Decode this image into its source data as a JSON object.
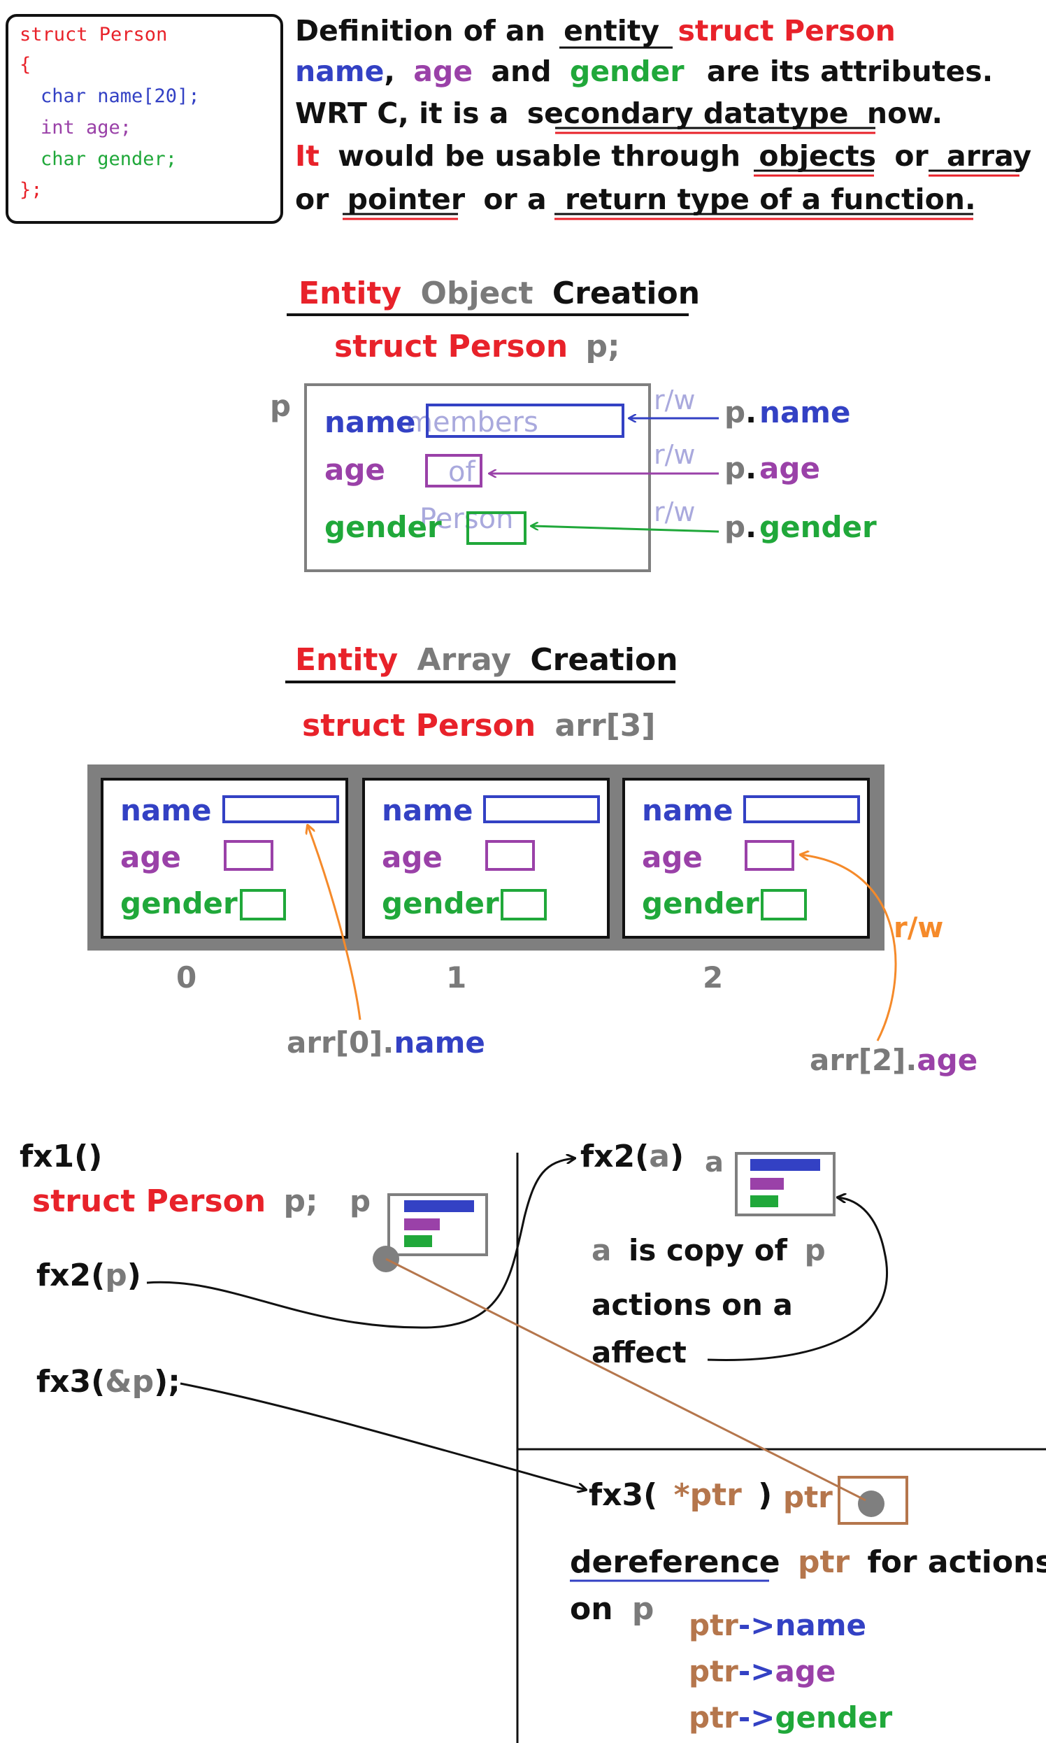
{
  "colors": {
    "red": "#e8222a",
    "blue": "#3341c4",
    "purple": "#9a41a8",
    "green": "#20a83a",
    "grey": "#7a7a7a",
    "black": "#111111",
    "orange": "#f58a2a",
    "brown": "#b5764c",
    "faded": "#a9a9dd",
    "boxgrey": "#7f7f7f"
  },
  "code_box": {
    "lines": [
      "struct Person",
      "{",
      "char name[20];",
      "int age;",
      "char gender;",
      "};"
    ]
  },
  "intro": {
    "l1_a": "Definition of an",
    "l1_b": "entity",
    "l1_c": "struct Person",
    "l2_a": "name",
    "l2_b": ",",
    "l2_c": "age",
    "l2_d": "and",
    "l2_e": "gender",
    "l2_f": "are its attributes.",
    "l3_a": "WRT C, it is a",
    "l3_b": "secondary datatype",
    "l3_c": "now.",
    "l4_a": "It",
    "l4_b": "would be usable through",
    "l4_c": "objects",
    "l4_d": "or",
    "l4_e": "array",
    "l5_a": "or",
    "l5_b": "pointer",
    "l5_c": "or a",
    "l5_d": "return type of a function",
    "l5_e": "."
  },
  "object_section": {
    "title_a": "Entity",
    "title_b": "Object",
    "title_c": "Creation",
    "decl_a": "struct Person",
    "decl_b": "p;",
    "var": "p",
    "fields": [
      "name",
      "age",
      "gender"
    ],
    "watermark": [
      "members",
      "of",
      "Person"
    ],
    "rw": "r/w",
    "access_p": "p",
    "access_dot": ".",
    "access": [
      "name",
      "age",
      "gender"
    ]
  },
  "array_section": {
    "title_a": "Entity",
    "title_b": "Array",
    "title_c": "Creation",
    "decl_a": "struct Person",
    "decl_b": "arr[3]",
    "fields": [
      "name",
      "age",
      "gender"
    ],
    "indices": [
      "0",
      "1",
      "2"
    ],
    "rw": "r/w",
    "access0_a": "arr[0].",
    "access0_b": "name",
    "access2_a": "arr[2].",
    "access2_b": "age"
  },
  "functions": {
    "fx1": "fx1()",
    "decl_a": "struct Person",
    "decl_b": "p;",
    "p_label": "p",
    "call2_a": "fx2(",
    "call2_b": "p",
    "call2_c": ")",
    "call3_a": "fx3(",
    "call3_b": "&p",
    "call3_c": ");",
    "fx2_a": "fx2(",
    "fx2_b": "a",
    "fx2_c": ")",
    "a_label": "a",
    "copy_a": "a",
    "copy_b": "is copy of",
    "copy_c": "p",
    "actions_a": "actions on a",
    "actions_b": "affect",
    "fx3_a": "fx3(",
    "fx3_b": "*ptr",
    "fx3_c": ")",
    "ptr_label": "ptr",
    "deref_a": "dereference",
    "deref_b": "ptr",
    "deref_c": "for actions",
    "on_a": "on",
    "on_b": "p",
    "ptr_word": "ptr",
    "arrow": "->",
    "ptr_fields": [
      "name",
      "age",
      "gender"
    ]
  }
}
